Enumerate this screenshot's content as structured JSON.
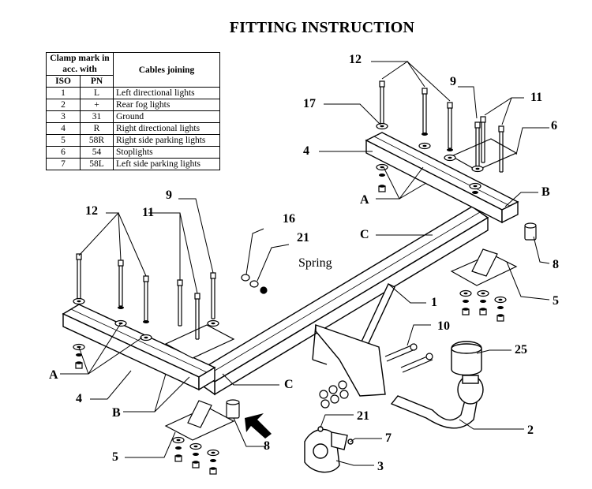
{
  "title": "FITTING INSTRUCTION",
  "table": {
    "header_clamp": "Clamp mark in acc. with",
    "header_cables": "Cables joining",
    "col_iso": "ISO",
    "col_pn": "PN",
    "rows": [
      {
        "iso": "1",
        "pn": "L",
        "desc": "Left directional lights"
      },
      {
        "iso": "2",
        "pn": "+",
        "desc": "Rear fog lights"
      },
      {
        "iso": "3",
        "pn": "31",
        "desc": "Ground"
      },
      {
        "iso": "4",
        "pn": "R",
        "desc": "Right directional lights"
      },
      {
        "iso": "5",
        "pn": "58R",
        "desc": "Right side parking lights"
      },
      {
        "iso": "6",
        "pn": "54",
        "desc": "Stoplights"
      },
      {
        "iso": "7",
        "pn": "58L",
        "desc": "Left side parking lights"
      }
    ]
  },
  "labels": {
    "l12_top": "12",
    "l9_top": "9",
    "l11_top": "11",
    "l17": "17",
    "l6": "6",
    "l4_top": "4",
    "lB_right": "B",
    "lA_top": "A",
    "lC_top": "C",
    "l16": "16",
    "l21_top": "21",
    "spring": "Spring",
    "l8_right": "8",
    "l5_right": "5",
    "l1": "1",
    "l12_left": "12",
    "l11_left": "11",
    "l9_left": "9",
    "l10": "10",
    "l25": "25",
    "lA_left": "A",
    "l4_left": "4",
    "lB_left": "B",
    "lC_bottom": "C",
    "l21_bottom": "21",
    "l7": "7",
    "l2": "2",
    "l5_left": "5",
    "l8_bottom": "8",
    "l3": "3"
  }
}
